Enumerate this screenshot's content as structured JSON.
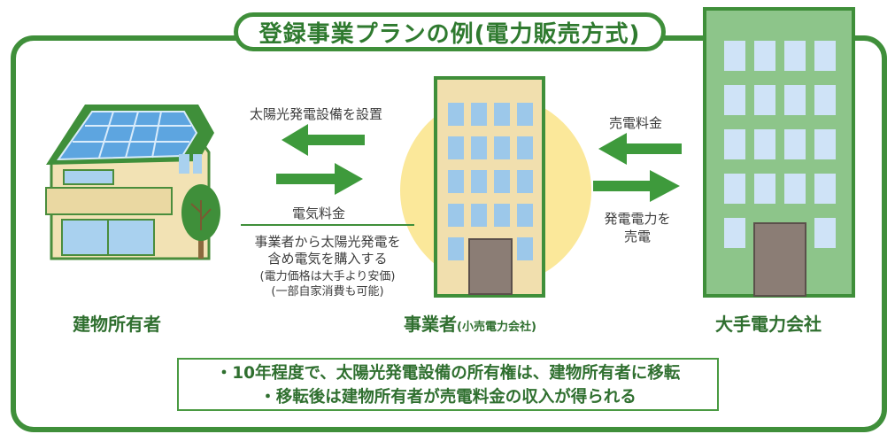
{
  "title": "登録事業プランの例(電力販売方式)",
  "actors": {
    "owner": "建物所有者",
    "business": "事業者",
    "business_sub": "(小売電力会社)",
    "utility": "大手電力会社"
  },
  "flows_left": {
    "install": "太陽光発電設備を設置",
    "fee": "電気料金",
    "desc_line1": "事業者から太陽光発電を",
    "desc_line2": "含め電気を購入する",
    "desc_line3": "(電力価格は大手より安価)",
    "desc_line4": "(一部自家消費も可能)"
  },
  "flows_right": {
    "sales_fee": "売電料金",
    "sell_line1": "発電電力を",
    "sell_line2": "売電"
  },
  "notes": {
    "line1": "・10年程度で、太陽光発電設備の所有権は、建物所有者に移転",
    "line2": "・移転後は建物所有者が売電料金の収入が得られる"
  },
  "colors": {
    "frame_green": "#3f8f3a",
    "arrow_green": "#3e9a3c",
    "sun_yellow": "#fbe89a",
    "building_beige": "#f1dfae",
    "utility_green": "#8dc58a",
    "window_blue": "#9cc8ea"
  }
}
